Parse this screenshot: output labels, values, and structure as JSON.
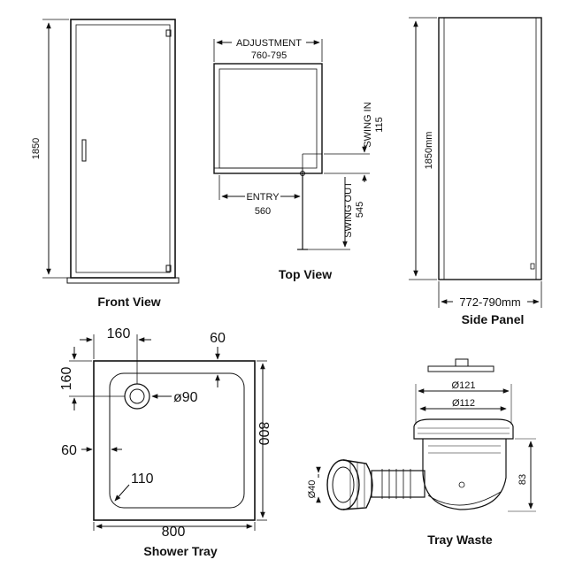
{
  "front_view": {
    "title": "Front View",
    "height_label": "1850"
  },
  "top_view": {
    "title": "Top View",
    "adjustment_label": "ADJUSTMENT",
    "adjustment_value": "760-795",
    "entry_label": "ENTRY",
    "entry_value": "560",
    "swing_in_label": "SWING IN",
    "swing_in_value": "115",
    "swing_out_label": "SWING OUT",
    "swing_out_value": "545"
  },
  "side_panel": {
    "title": "Side Panel",
    "height_label": "1850mm",
    "width_label": "772-790mm"
  },
  "shower_tray": {
    "title": "Shower Tray",
    "offset_x": "160",
    "offset_y": "160",
    "rim_top": "60",
    "rim_left": "60",
    "waste_diameter": "ø90",
    "corner_radius": "110",
    "width": "800",
    "depth": "800"
  },
  "tray_waste": {
    "title": "Tray Waste",
    "outer_diameter": "Ø121",
    "inner_diameter": "Ø112",
    "pipe_diameter": "Ø40",
    "height": "83"
  },
  "colors": {
    "line": "#111111",
    "background": "#ffffff"
  }
}
